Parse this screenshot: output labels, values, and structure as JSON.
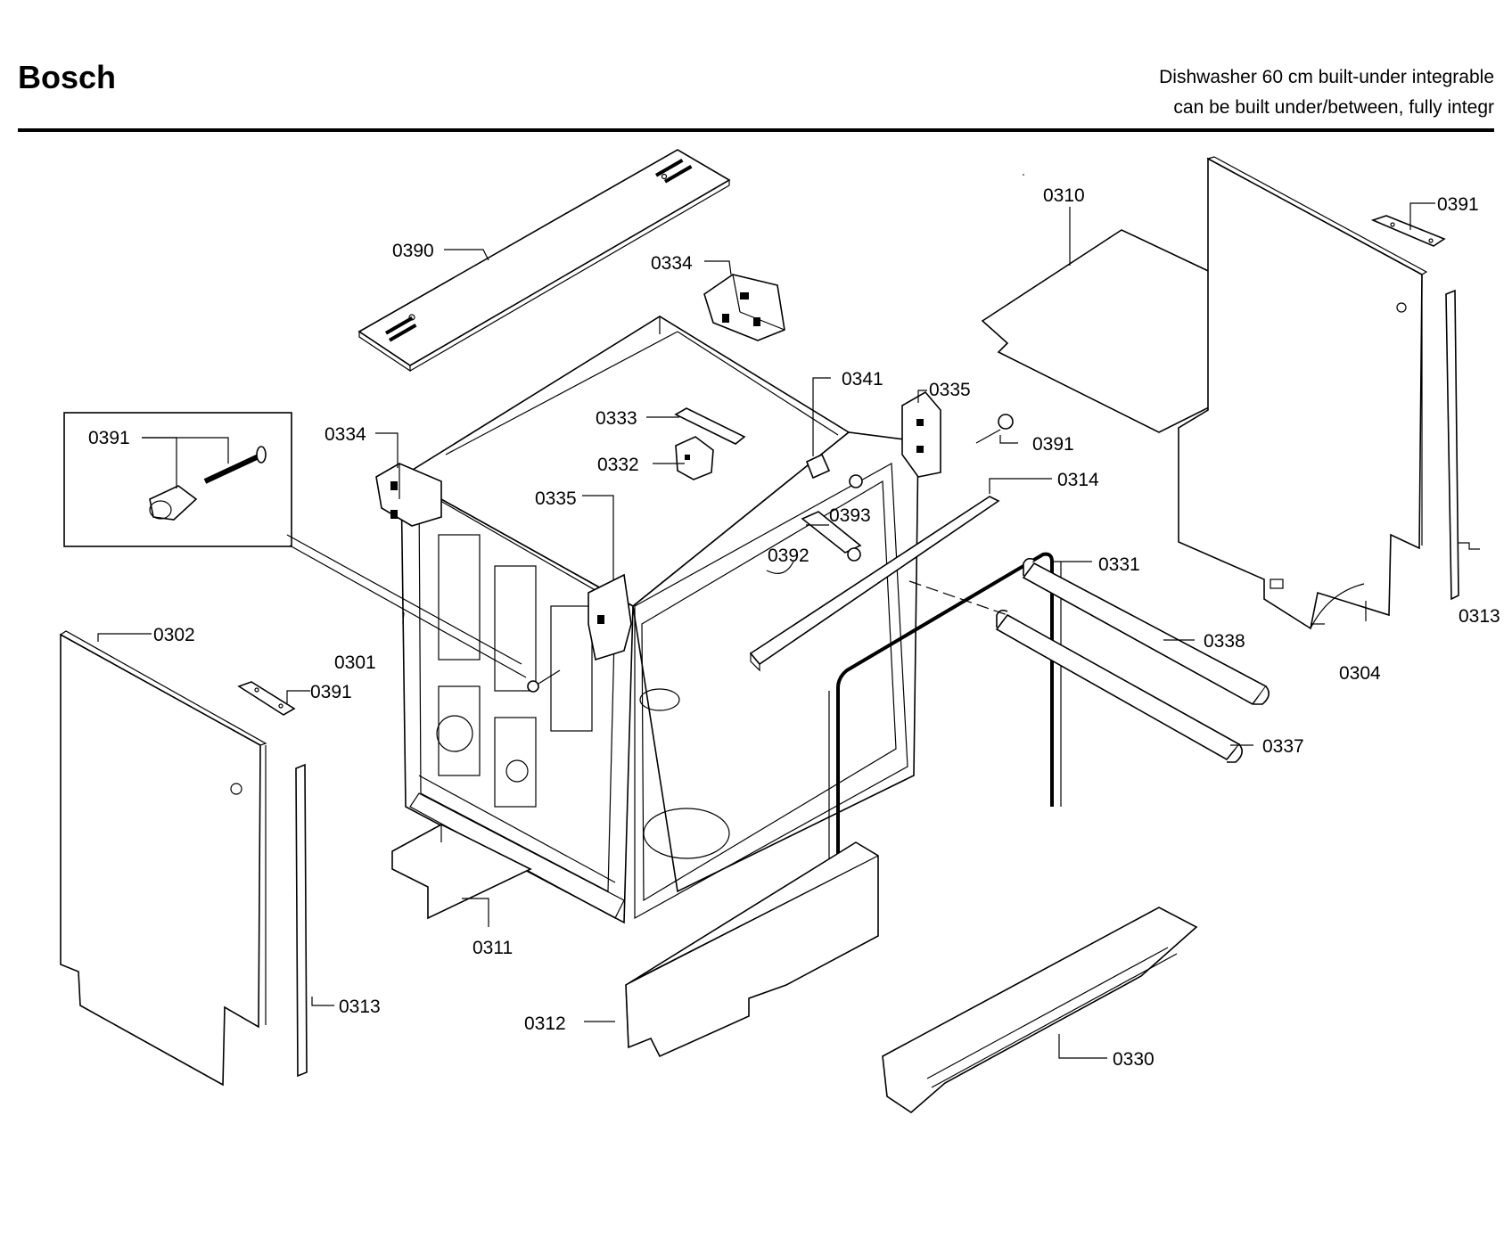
{
  "header": {
    "brand": "Bosch",
    "description_line1": "Dishwasher 60 cm built-under integrable",
    "description_line2": "can be built under/between, fully integr"
  },
  "parts": {
    "p0390": "0390",
    "p0334a": "0334",
    "p0334b": "0334",
    "p0310": "0310",
    "p0391a": "0391",
    "p0391b": "0391",
    "p0391c": "0391",
    "p0391d": "0391",
    "p0341": "0341",
    "p0335a": "0335",
    "p0335b": "0335",
    "p0333": "0333",
    "p0332": "0332",
    "p0393": "0393",
    "p0392": "0392",
    "p0314": "0314",
    "p0331": "0331",
    "p0338": "0338",
    "p0337": "0337",
    "p0313a": "0313",
    "p0313b": "0313",
    "p0304": "0304",
    "p0302": "0302",
    "p0301": "0301",
    "p0311": "0311",
    "p0312": "0312",
    "p0330": "0330"
  }
}
